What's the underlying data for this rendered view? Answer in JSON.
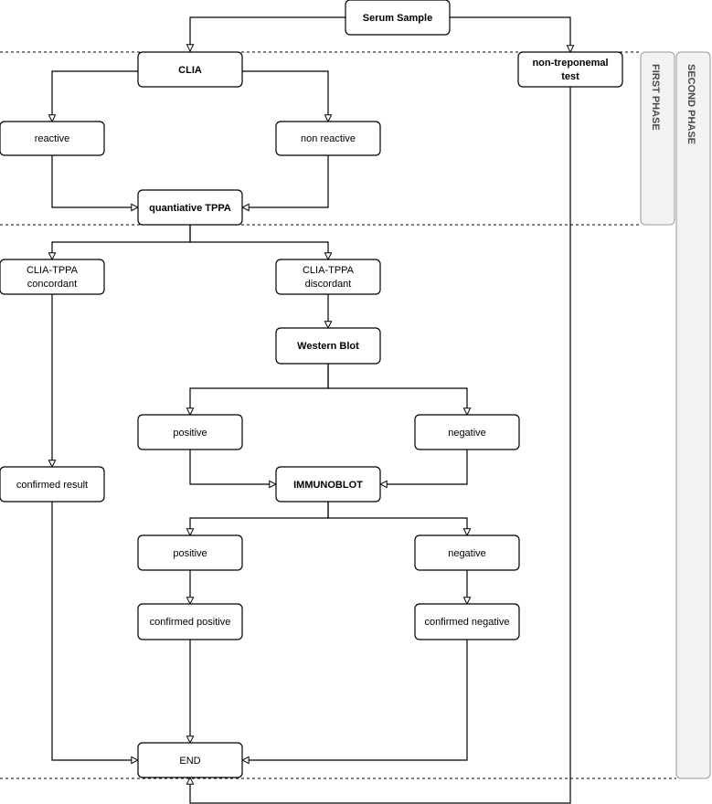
{
  "nodes": {
    "serum_sample": "Serum Sample",
    "clia": "CLIA",
    "non_treponemal_line1": "non-treponemal",
    "non_treponemal_line2": "test",
    "reactive": "reactive",
    "non_reactive": "non reactive",
    "quantitative_tppa": "quantiative TPPA",
    "concordant_line1": "CLIA-TPPA",
    "concordant_line2": "concordant",
    "discordant_line1": "CLIA-TPPA",
    "discordant_line2": "discordant",
    "western_blot": "Western Blot",
    "wb_positive": "positive",
    "wb_negative": "negative",
    "confirmed_result": "confirmed result",
    "immunoblot": "IMMUNOBLOT",
    "ib_positive": "positive",
    "ib_negative": "negative",
    "confirmed_positive": "confirmed positive",
    "confirmed_negative": "confirmed negative",
    "end": "END"
  },
  "phases": {
    "first": "FIRST PHASE",
    "second": "SECOND PHASE"
  }
}
